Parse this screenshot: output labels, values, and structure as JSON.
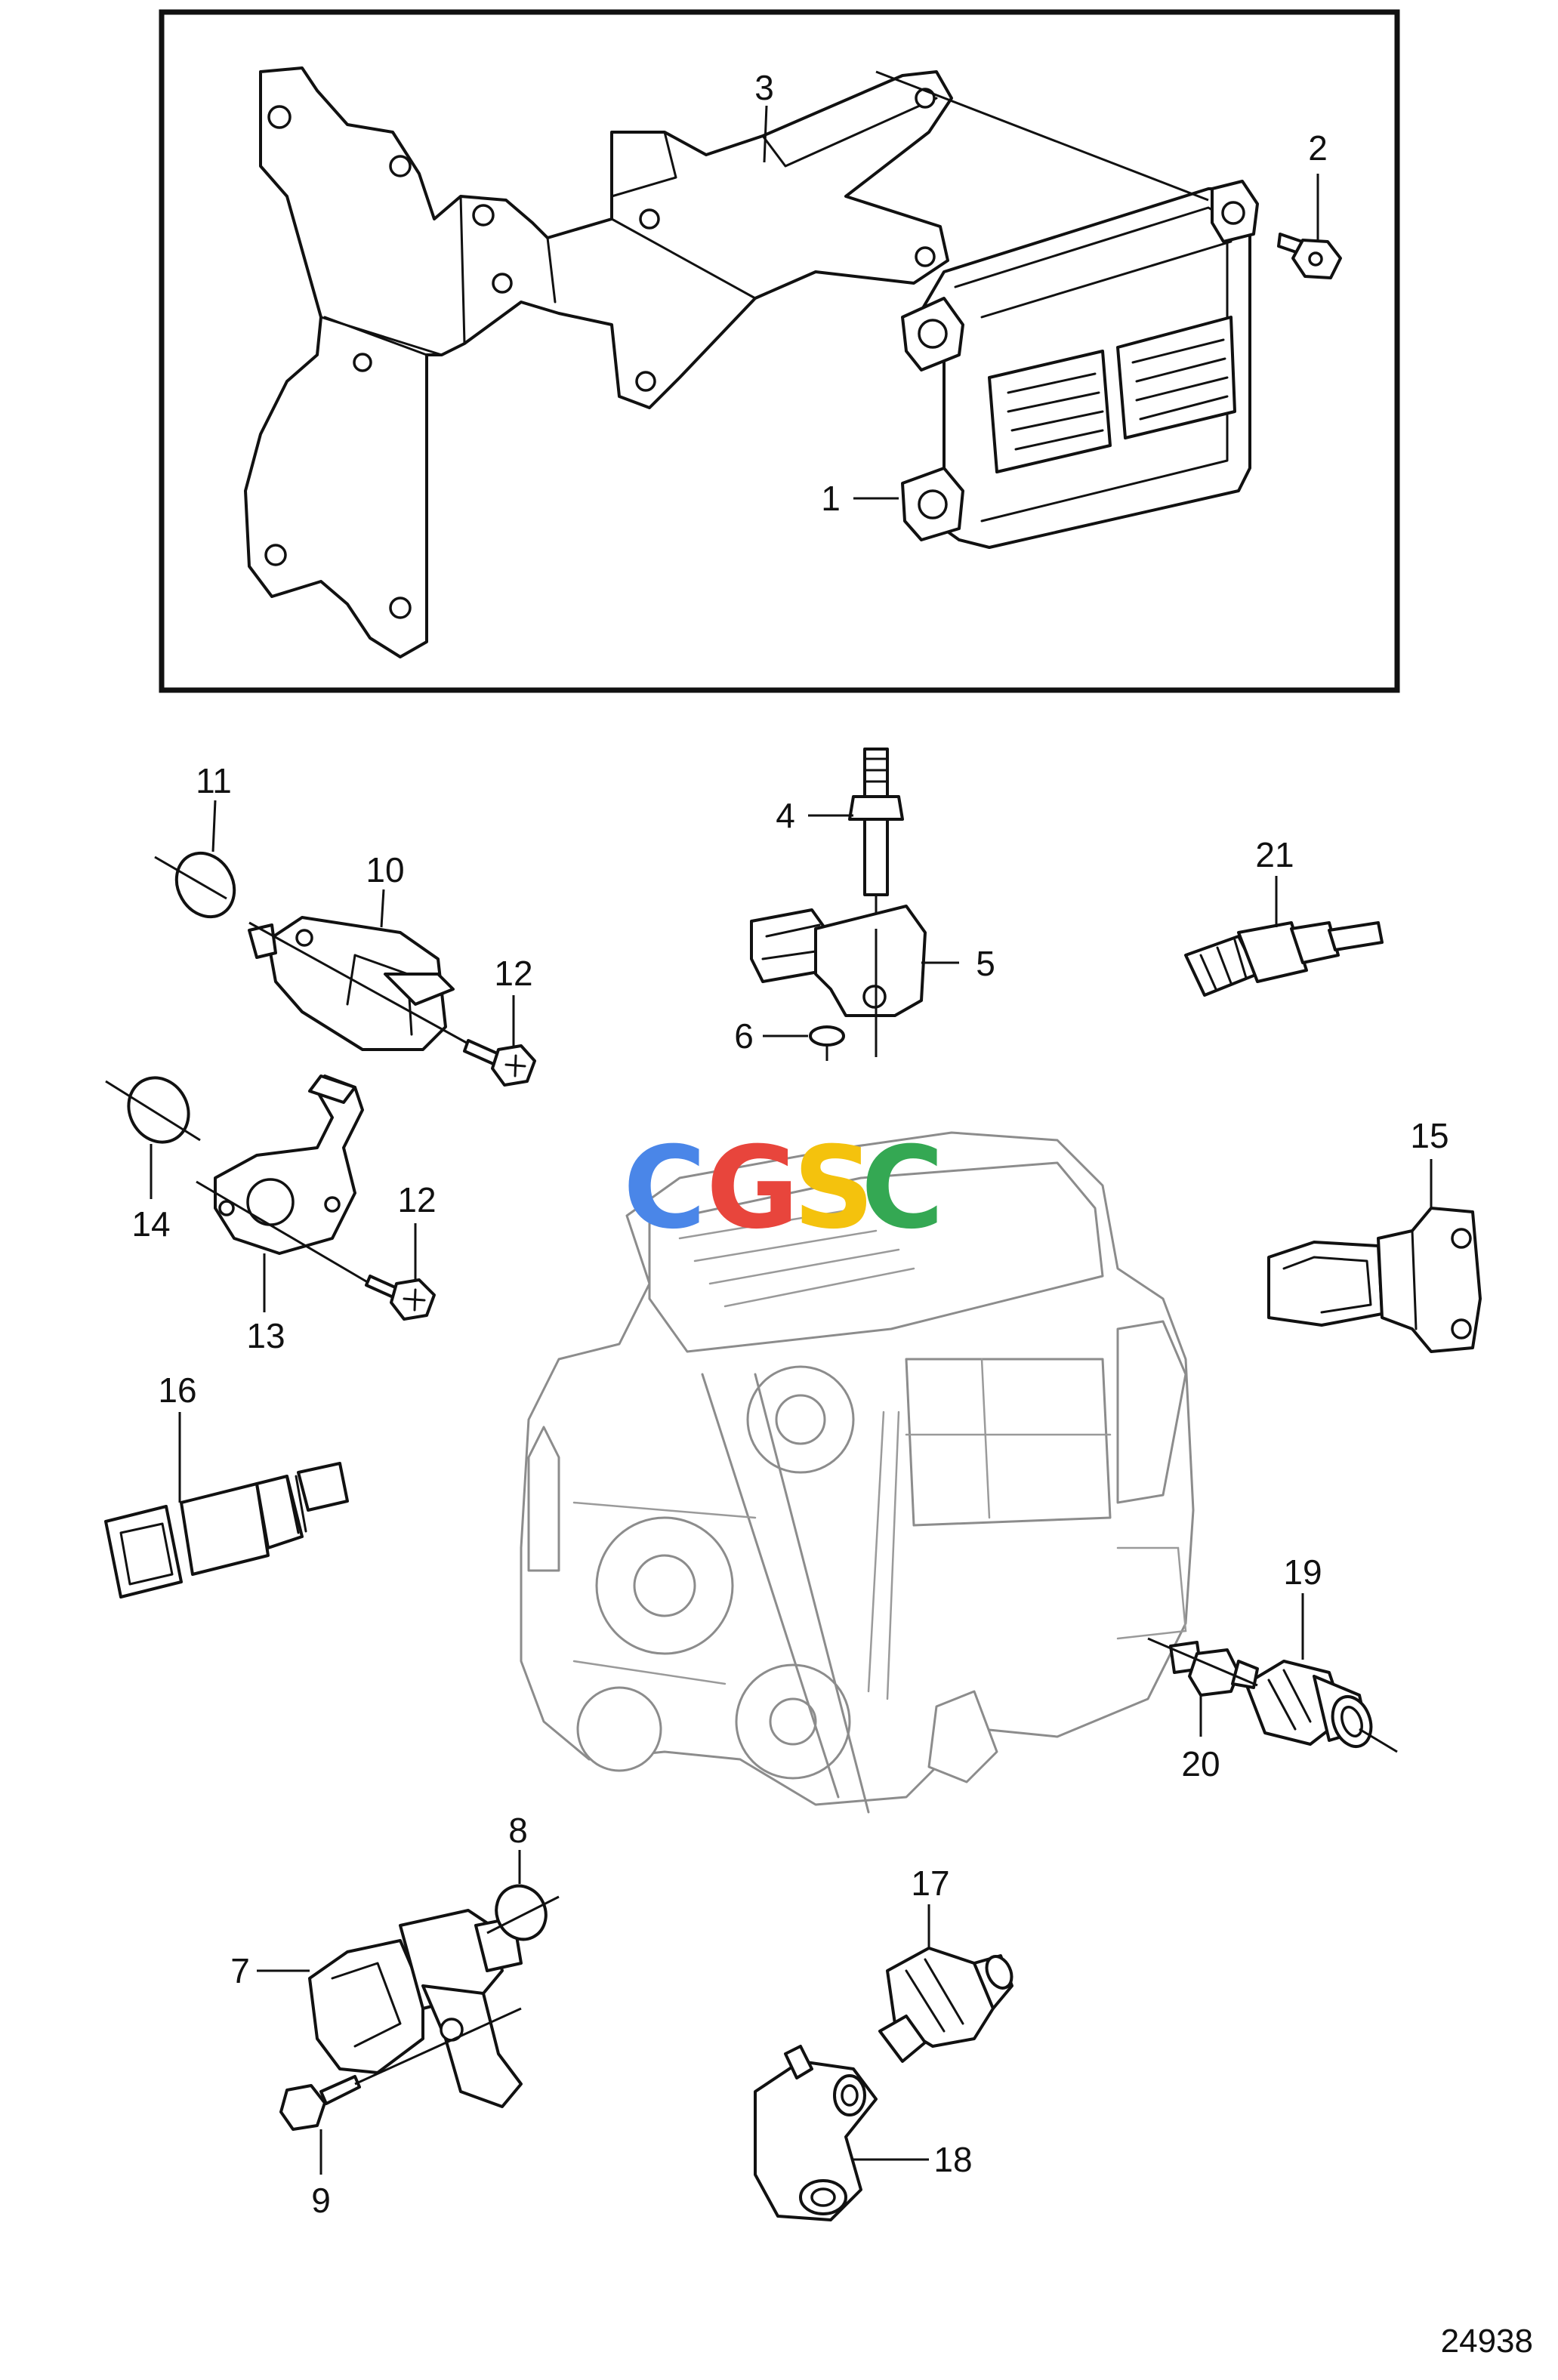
{
  "figure": {
    "reference_number": "24938",
    "watermark": {
      "letters": [
        "C",
        "G",
        "S",
        "C"
      ],
      "colors": [
        "#4a86e8",
        "#e8453c",
        "#f4c20d",
        "#34a853"
      ]
    }
  },
  "callouts": {
    "n1": "1",
    "n2": "2",
    "n3": "3",
    "n4": "4",
    "n5": "5",
    "n6": "6",
    "n7": "7",
    "n8": "8",
    "n9": "9",
    "n10": "10",
    "n11": "11",
    "n12a": "12",
    "n12b": "12",
    "n13": "13",
    "n14": "14",
    "n15": "15",
    "n16": "16",
    "n17": "17",
    "n18": "18",
    "n19": "19",
    "n20": "20",
    "n21": "21"
  }
}
